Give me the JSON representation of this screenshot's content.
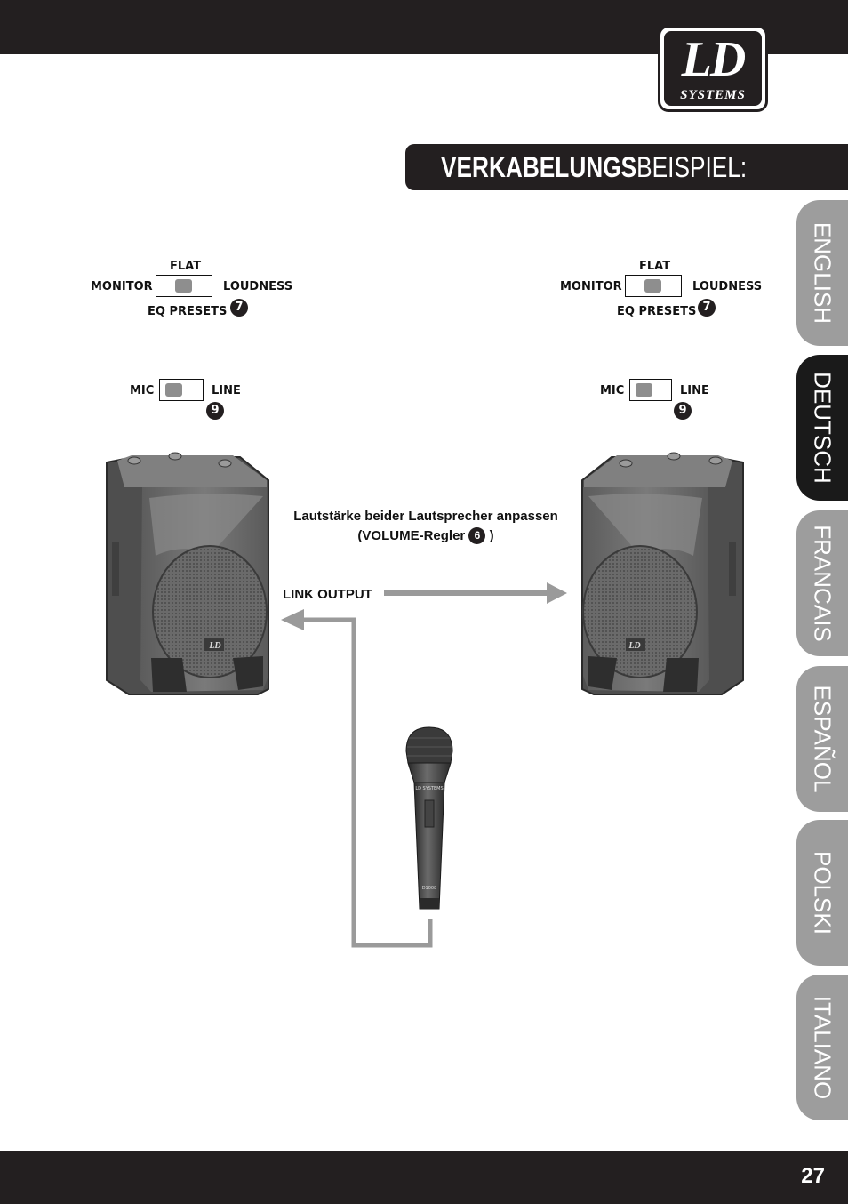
{
  "header": {
    "logo_main": "LD",
    "logo_sub": "SYSTEMS"
  },
  "title": {
    "bold": "VERKABELUNGS",
    "light": "BEISPIEL:"
  },
  "language_tabs": [
    {
      "label": "ENGLISH",
      "active": false
    },
    {
      "label": "DEUTSCH",
      "active": true
    },
    {
      "label": "FRANCAIS",
      "active": false
    },
    {
      "label": "ESPAÑOL",
      "active": false
    },
    {
      "label": "POLSKI",
      "active": false
    },
    {
      "label": "ITALIANO",
      "active": false
    }
  ],
  "left_speaker": {
    "eq": {
      "top": "FLAT",
      "left": "MONITOR",
      "right": "LOUDNESS",
      "bottom": "EQ PRESETS",
      "ref": "7"
    },
    "input": {
      "left": "MIC",
      "right": "LINE",
      "ref": "9"
    }
  },
  "right_speaker": {
    "eq": {
      "top": "FLAT",
      "left": "MONITOR",
      "right": "LOUDNESS",
      "bottom": "EQ PRESETS",
      "ref": "7"
    },
    "input": {
      "left": "MIC",
      "right": "LINE",
      "ref": "9"
    }
  },
  "instructions": {
    "line1": "Lautstärke beider Lautsprecher anpassen",
    "line2_prefix": "(VOLUME-Regler",
    "line2_ref": "6",
    "line2_suffix": ")"
  },
  "link_output_label": "LINK OUTPUT",
  "speaker_logo": "LD",
  "mic_logo": "LD SYSTEMS",
  "mic_model": "D1008",
  "footer": {
    "page_number": "27"
  }
}
